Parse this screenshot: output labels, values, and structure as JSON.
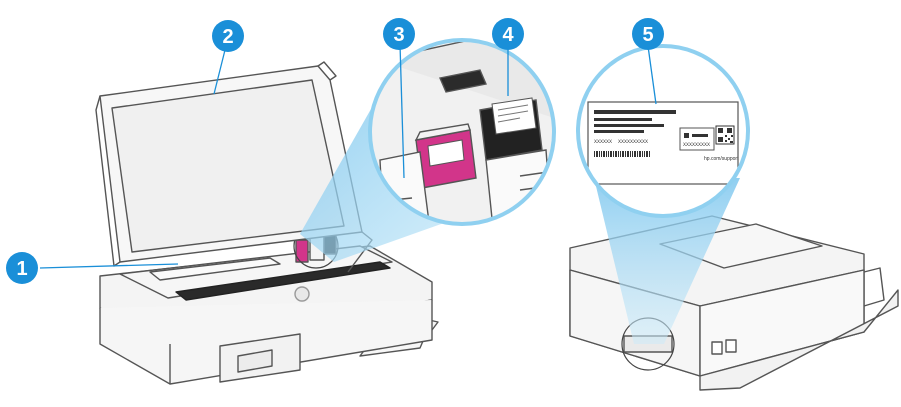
{
  "callouts": [
    {
      "number": "1"
    },
    {
      "number": "2"
    },
    {
      "number": "3"
    },
    {
      "number": "4"
    },
    {
      "number": "5"
    }
  ],
  "label_texts": {
    "url": "hp.com/support",
    "serial_a": "XXXXXX",
    "serial_b": "XXXXXXXXXX",
    "serial_c": "XXXXXXXXX"
  },
  "colors": {
    "callout": "#1a8fd8",
    "magnifier": "#8fd0f0",
    "outline": "#555555",
    "cartridge_magenta": "#d2358a",
    "cartridge_black": "#222222",
    "printer_body": "#f4f4f4"
  }
}
